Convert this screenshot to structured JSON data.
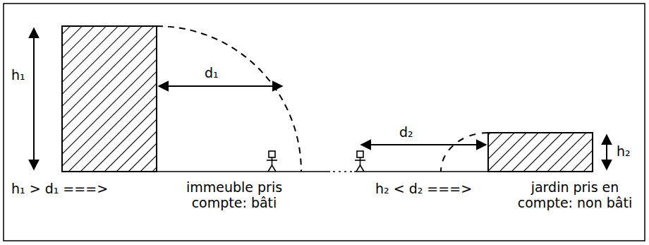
{
  "diagram": {
    "labels": [
      "h₁",
      "d₁",
      "d₂",
      "h₂",
      "h₁ > d₁ ===>",
      "immeuble pris compte: bâti",
      "h₂ < d₂ ===>",
      "jardin pris en compte: non bâti"
    ]
  }
}
